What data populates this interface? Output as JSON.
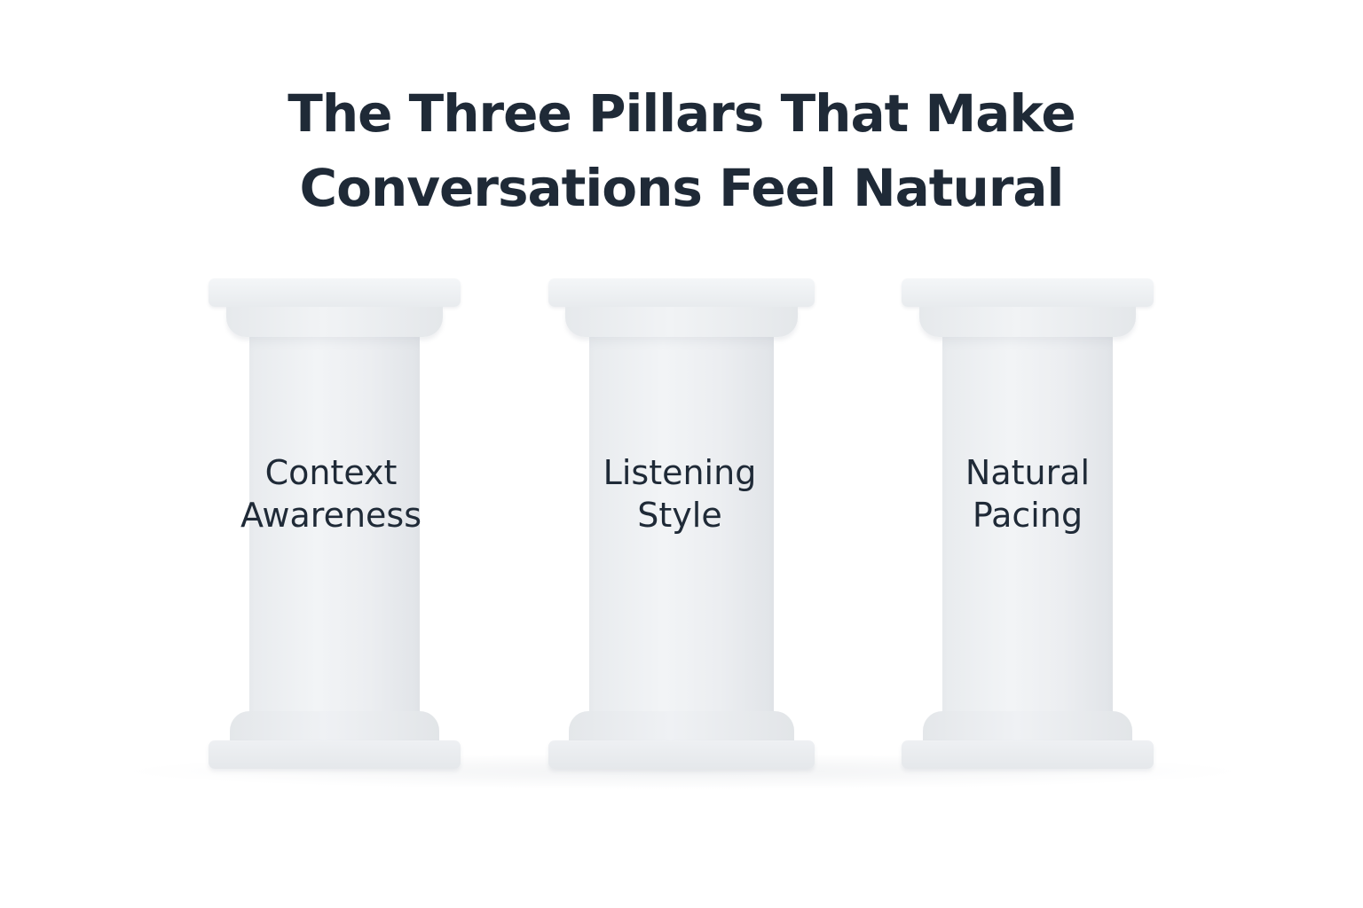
{
  "title": {
    "line1": "The Three Pillars That Make",
    "line2": "Conversations Feel Natural"
  },
  "pillars": [
    {
      "line1": "Context",
      "line2": "Awareness"
    },
    {
      "line1": "Listening",
      "line2": "Style"
    },
    {
      "line1": "Natural",
      "line2": "Pacing"
    }
  ]
}
